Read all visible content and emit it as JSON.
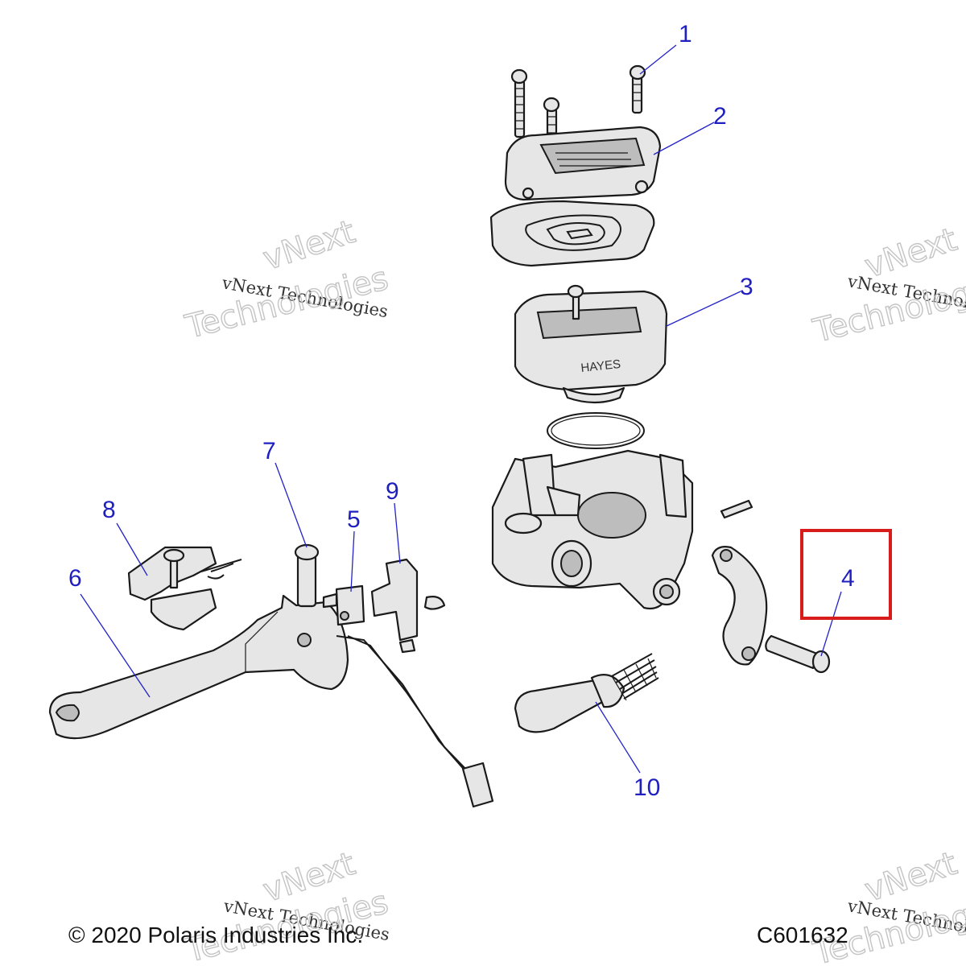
{
  "watermark": {
    "line1": "vNext Technologies",
    "word_a": "vNext",
    "word_b": "Technologies",
    "color": "#c4c4c4"
  },
  "callouts": [
    "1",
    "2",
    "3",
    "4",
    "5",
    "6",
    "7",
    "8",
    "9",
    "10"
  ],
  "brand_mark": "HAYES",
  "highlight": {
    "label": "4",
    "color": "#d81b1b"
  },
  "footer": {
    "copyright": "© 2020 Polaris Industries Inc.",
    "drawing_code": "C601632"
  },
  "colors": {
    "callout": "#1f1fc0",
    "part_fill": "#e6e6e6",
    "outline": "#1a1a1a"
  }
}
